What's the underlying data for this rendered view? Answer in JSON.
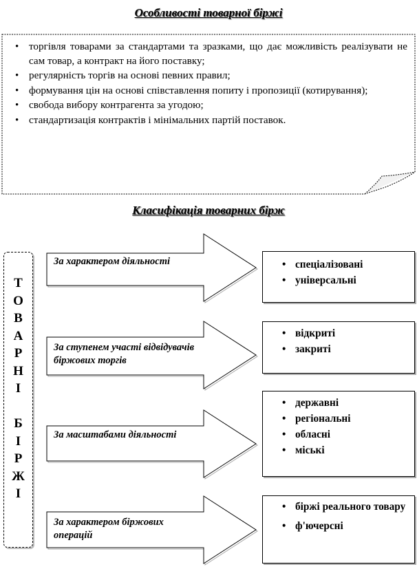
{
  "features_title": "Особливості  товарної біржі",
  "features": [
    "торгівля  товарами  за  стандартами  та  зразками,  що  дає  можливість  реалізувати  не  сам  товар,  а  контракт  на  його  поставку;",
    "регулярність  торгів на основі певних  правил;",
    "формування  цін  на  основі  співставлення  попиту  і  пропозиції  (котирування);",
    "свобода вибору контрагента за угодою;",
    "стандартизація  контрактів  і мінімальних  партій  поставок."
  ],
  "classification_title": "Класифікація товарних бірж",
  "root_label_letters": [
    "Т",
    "О",
    "В",
    "А",
    "Р",
    "Н",
    "І",
    "",
    "Б",
    "І",
    "Р",
    "Ж",
    "І"
  ],
  "groups": [
    {
      "criterion": "За характером діяльності",
      "items": [
        "спеціалізовані",
        "універсальні"
      ]
    },
    {
      "criterion": "За ступенем участі відвідувачів біржових торгів",
      "items": [
        "відкриті",
        "закриті"
      ]
    },
    {
      "criterion": "За масштабами діяльності",
      "items": [
        "державні",
        "регіональні",
        "обласні",
        "міські"
      ]
    },
    {
      "criterion": "За характером біржових операцій",
      "items": [
        "біржі реального товару",
        "ф'ючерсні"
      ]
    }
  ]
}
